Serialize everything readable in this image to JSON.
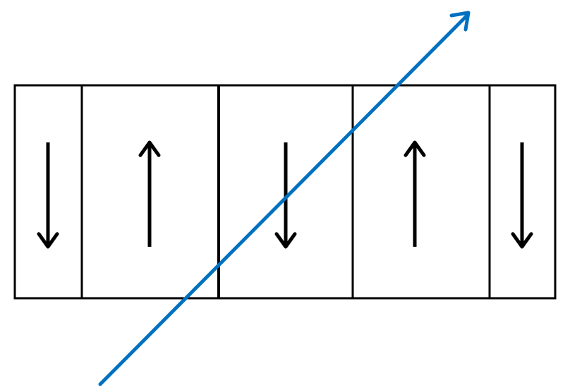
{
  "diagram": {
    "domains": [
      {
        "direction": "down"
      },
      {
        "direction": "up"
      },
      {
        "direction": "down"
      },
      {
        "direction": "up"
      },
      {
        "direction": "down"
      }
    ],
    "colors": {
      "outline": "#000000",
      "domain_arrow": "#000000",
      "beam_arrow": "#0070C0",
      "background": "#ffffff"
    },
    "icons": {
      "domain_arrow": "arrow-icon",
      "beam": "diagonal-arrow-icon"
    }
  }
}
